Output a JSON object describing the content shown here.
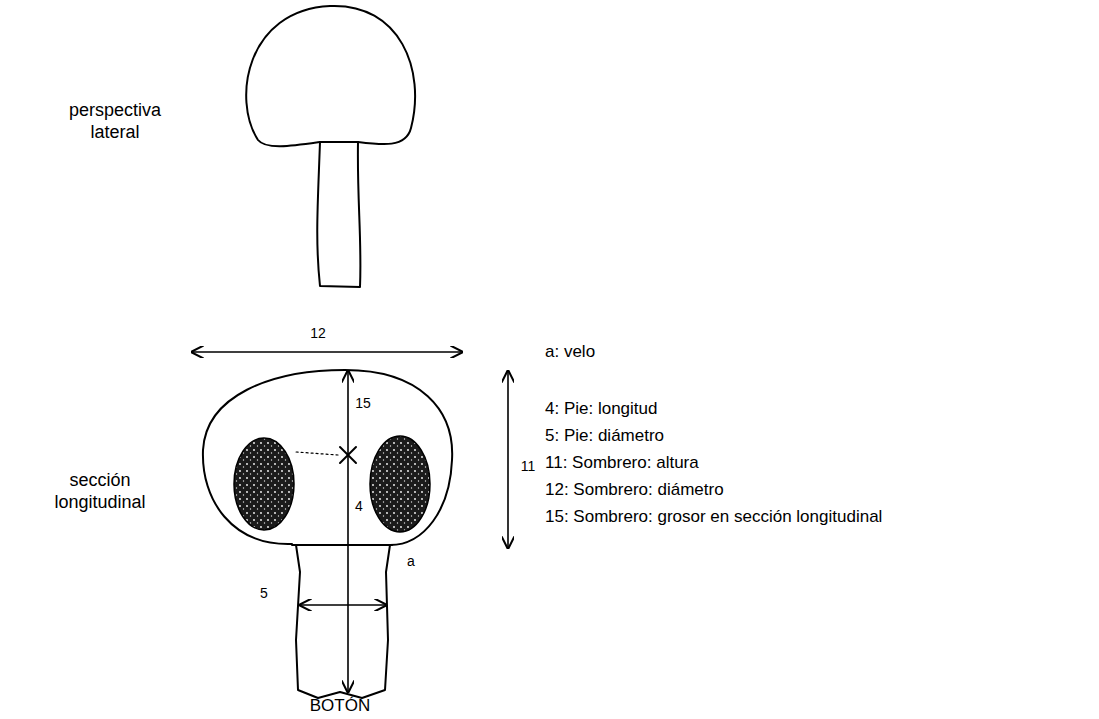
{
  "diagram": {
    "labels": [
      "perspectiva lateral",
      "sección longitudinal",
      "12",
      "15",
      "11",
      "4",
      "5",
      "a",
      "a: velo",
      "4: Pie: longitud",
      "5: Pie: diámetro",
      "11: Sombrero: altura",
      "12: Sombrero: diámetro",
      "15: Sombrero: grosor en sección longitudinal",
      "BOTÓN"
    ]
  }
}
